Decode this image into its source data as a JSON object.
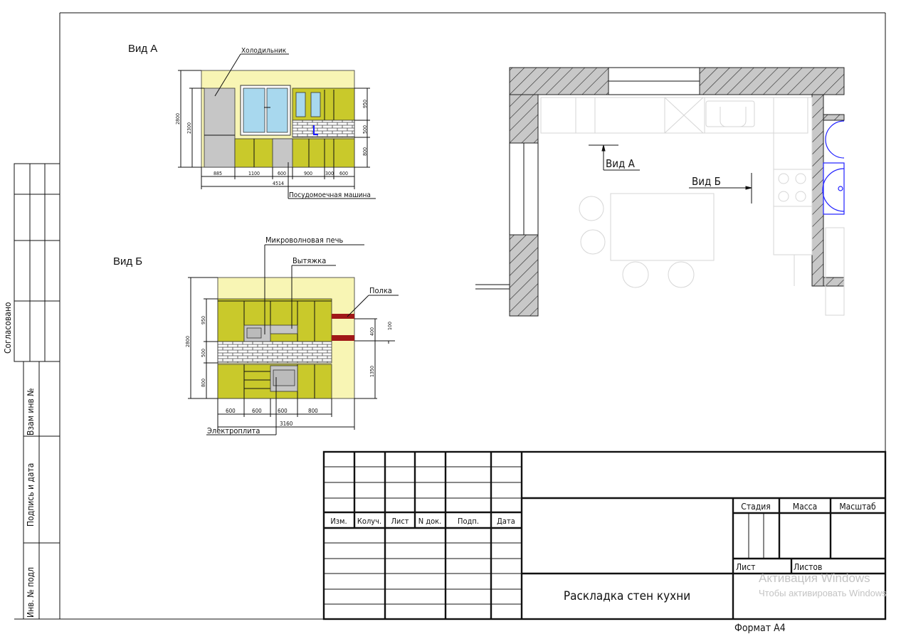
{
  "views": {
    "view_a": {
      "title": "Вид А",
      "labels": {
        "fridge": "Холодильник",
        "dishwasher": "Посудомоечная машина"
      },
      "dims_vertical": [
        "2800",
        "2300",
        "950",
        "500",
        "800"
      ],
      "dims_horizontal": [
        "885",
        "1100",
        "600",
        "900",
        "300",
        "600"
      ],
      "dim_total": "4514"
    },
    "view_b": {
      "title": "Вид Б",
      "labels": {
        "microwave": "Микроволновая печь",
        "hood": "Вытяжка",
        "shelf": "Полка",
        "stove": "Электроплита"
      },
      "dims_vertical": [
        "2800",
        "950",
        "500",
        "800",
        "400",
        "100",
        "1350"
      ],
      "dims_horizontal": [
        "600",
        "600",
        "600",
        "800"
      ],
      "dim_total": "3160"
    }
  },
  "plan": {
    "marker_a": "Вид А",
    "marker_b": "Вид Б"
  },
  "side_strip": {
    "agreed": "Согласовано",
    "replacement_inv": "Взам инв №",
    "signature_date": "Подпись и дата",
    "original_inv": "Инв. № подл"
  },
  "title_block": {
    "headers": [
      "Изм.",
      "Колуч.",
      "Лист",
      "N док.",
      "Подп.",
      "Дата"
    ],
    "stage": "Стадия",
    "mass": "Масса",
    "scale": "Масштаб",
    "sheet": "Лист",
    "sheets": "Листов",
    "drawing_title": "Раскладка стен кухни",
    "format": "Формат А4"
  },
  "watermark": {
    "line1": "Активация Windows",
    "line2": "Чтобы активировать Windows"
  },
  "colors": {
    "wall": "#f8f5b4",
    "cabinet": "#c9c92b",
    "appliance": "#c6c6c6",
    "shelf": "#a01818",
    "plumbing": "#1a1aff"
  }
}
